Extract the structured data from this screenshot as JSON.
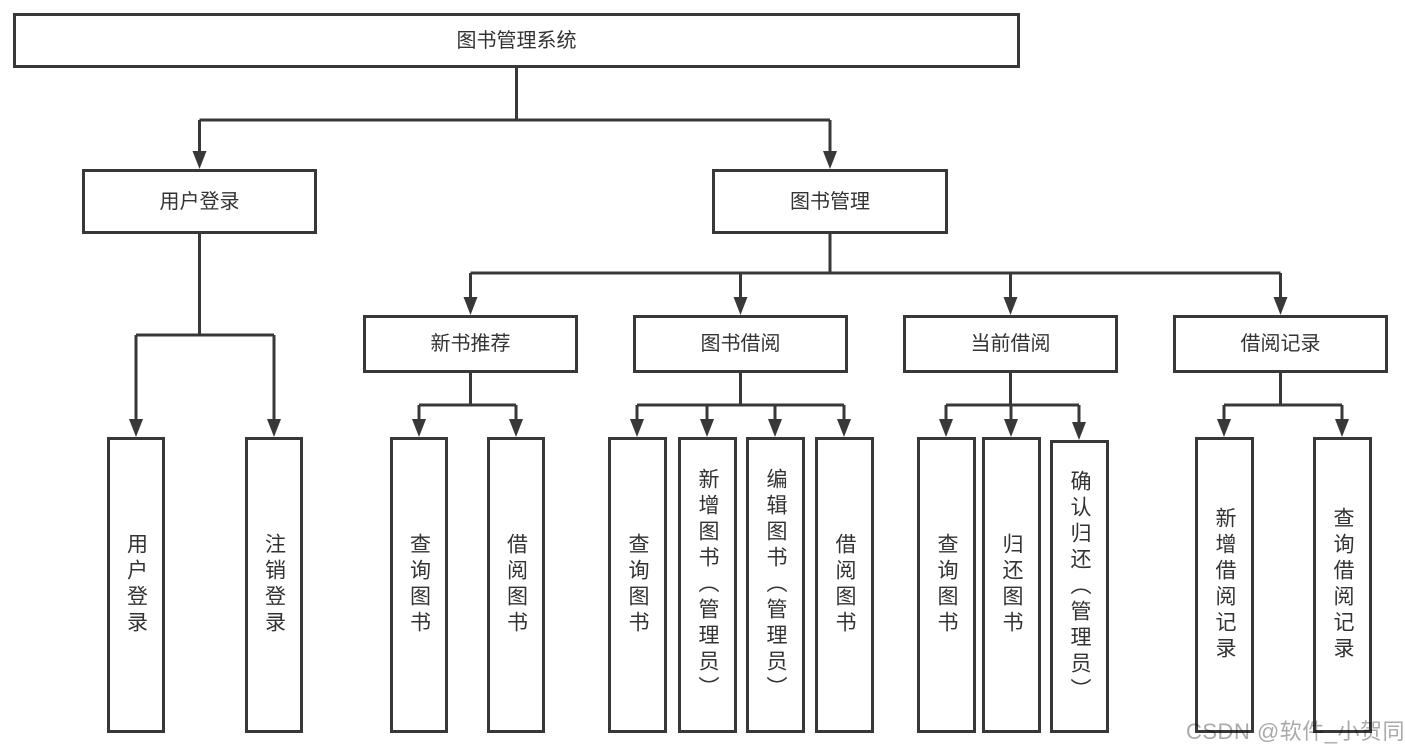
{
  "diagram": {
    "title": "图书管理系统",
    "nodes": {
      "root": "图书管理系统",
      "l2": [
        "用户登录",
        "图书管理"
      ],
      "l3": [
        "新书推荐",
        "图书借阅",
        "当前借阅",
        "借阅记录"
      ],
      "user_children": [
        "用户登录",
        "注销登录"
      ],
      "newbook_children": [
        "查询图书",
        "借阅图书"
      ],
      "borrow_children": [
        "查询图书",
        "新增图书（管理员）",
        "编辑图书（管理员）",
        "借阅图书"
      ],
      "current_children": [
        "查询图书",
        "归还图书",
        "确认归还（管理员）"
      ],
      "record_children": [
        "新增借阅记录",
        "查询借阅记录"
      ]
    },
    "colors": {
      "line": "#383838",
      "text": "#333333",
      "background": "#ffffff",
      "watermark": "#aaaaaa"
    }
  },
  "watermark": {
    "text": "CSDN @软件_小贺同学"
  }
}
